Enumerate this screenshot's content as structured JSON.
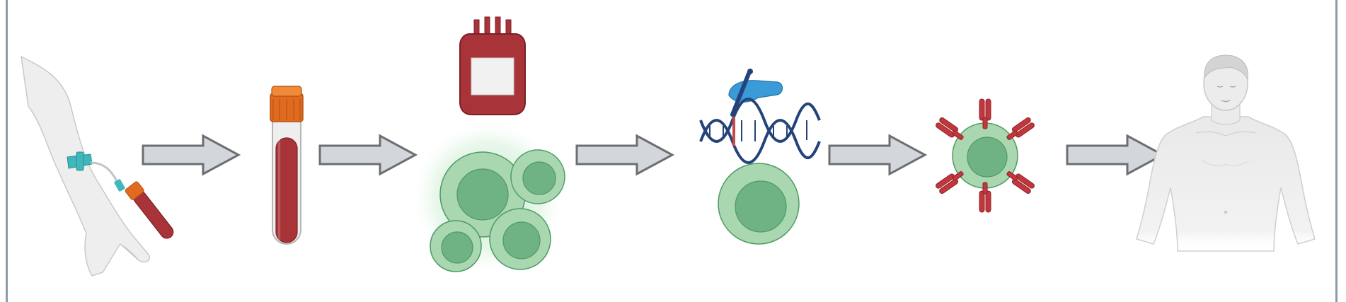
{
  "diagram": {
    "style": {
      "arrow_fill": "#d3d6da",
      "arrow_stroke": "#6b6e72",
      "blood_red": "#a8343a",
      "blood_dark": "#7d1f25",
      "tube_cap_orange": "#e06a1f",
      "cell_outer_green": "#a8d7b0",
      "cell_nucleus_green": "#6fb383",
      "cell_stroke_green": "#4f9a64",
      "glove_blue": "#3b9ad8",
      "dna_navy": "#23447a",
      "dna_red": "#c24a4a",
      "antibody_red": "#c2373d",
      "skin_gray": "#ececec",
      "skin_stroke": "#c8c8c8",
      "tourniquet_teal": "#3fb7bb",
      "frame_rule": "#8f9aa8"
    },
    "steps": [
      {
        "name": "blood-draw-arm",
        "icon": "arm-with-blood-collection-icon"
      },
      {
        "name": "blood-tube",
        "icon": "blood-collection-tube-icon"
      },
      {
        "name": "apheresis-and-cells",
        "icon": "blood-bag-and-t-cells-icon"
      },
      {
        "name": "genetic-engineering",
        "icon": "gene-editing-dna-icon"
      },
      {
        "name": "car-t-cell",
        "icon": "car-t-cell-with-receptors-icon"
      },
      {
        "name": "patient-infusion",
        "icon": "patient-body-icon"
      }
    ],
    "arrows": [
      "arrow-1",
      "arrow-2",
      "arrow-3",
      "arrow-4",
      "arrow-5"
    ]
  }
}
